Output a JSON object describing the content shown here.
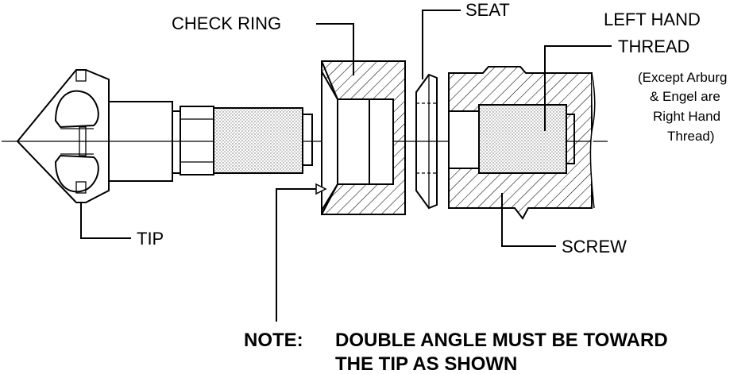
{
  "labels": {
    "check_ring": "CHECK RING",
    "seat": "SEAT",
    "left_hand_thread_1": "LEFT HAND",
    "left_hand_thread_2": "THREAD",
    "except_1": "(Except Arburg",
    "except_2": "& Engel are",
    "except_3": "Right Hand",
    "except_4": "Thread)",
    "tip": "TIP",
    "screw": "SCREW"
  },
  "note": {
    "prefix": "NOTE:",
    "line1": "DOUBLE ANGLE MUST BE TOWARD",
    "line2": "THE TIP AS SHOWN"
  }
}
